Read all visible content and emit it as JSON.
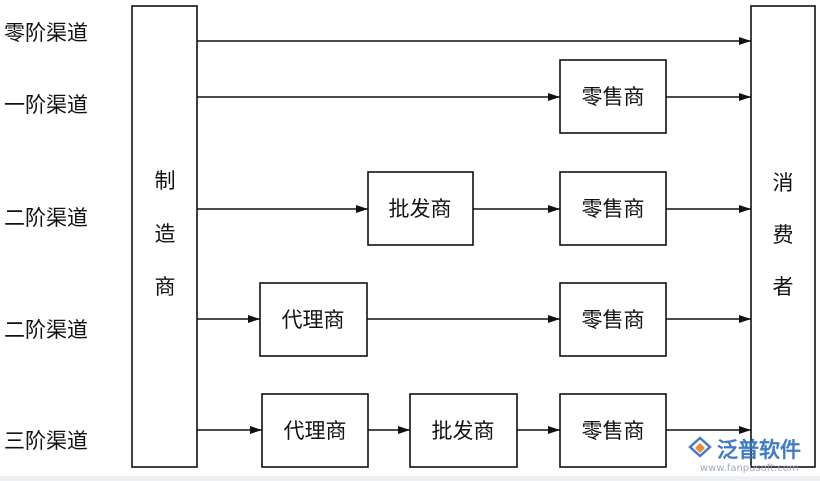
{
  "colors": {
    "stroke": "#111111",
    "watermark_blue": "#2f6fc0",
    "watermark_orange": "#e8822b",
    "watermark_gray": "#9aa4b0"
  },
  "manufacturer": {
    "label": "制造商"
  },
  "consumer": {
    "label": "消费者"
  },
  "channels": [
    {
      "label": "零阶渠道",
      "intermediaries": []
    },
    {
      "label": "一阶渠道",
      "intermediaries": [
        "零售商"
      ]
    },
    {
      "label": "二阶渠道",
      "intermediaries": [
        "批发商",
        "零售商"
      ]
    },
    {
      "label": "二阶渠道",
      "intermediaries": [
        "代理商",
        "零售商"
      ]
    },
    {
      "label": "三阶渠道",
      "intermediaries": [
        "代理商",
        "批发商",
        "零售商"
      ]
    }
  ],
  "watermark": {
    "logo_icon": "fanpu-logo-icon",
    "brand": "泛普软件",
    "url": "www.fanpusoft.com"
  }
}
